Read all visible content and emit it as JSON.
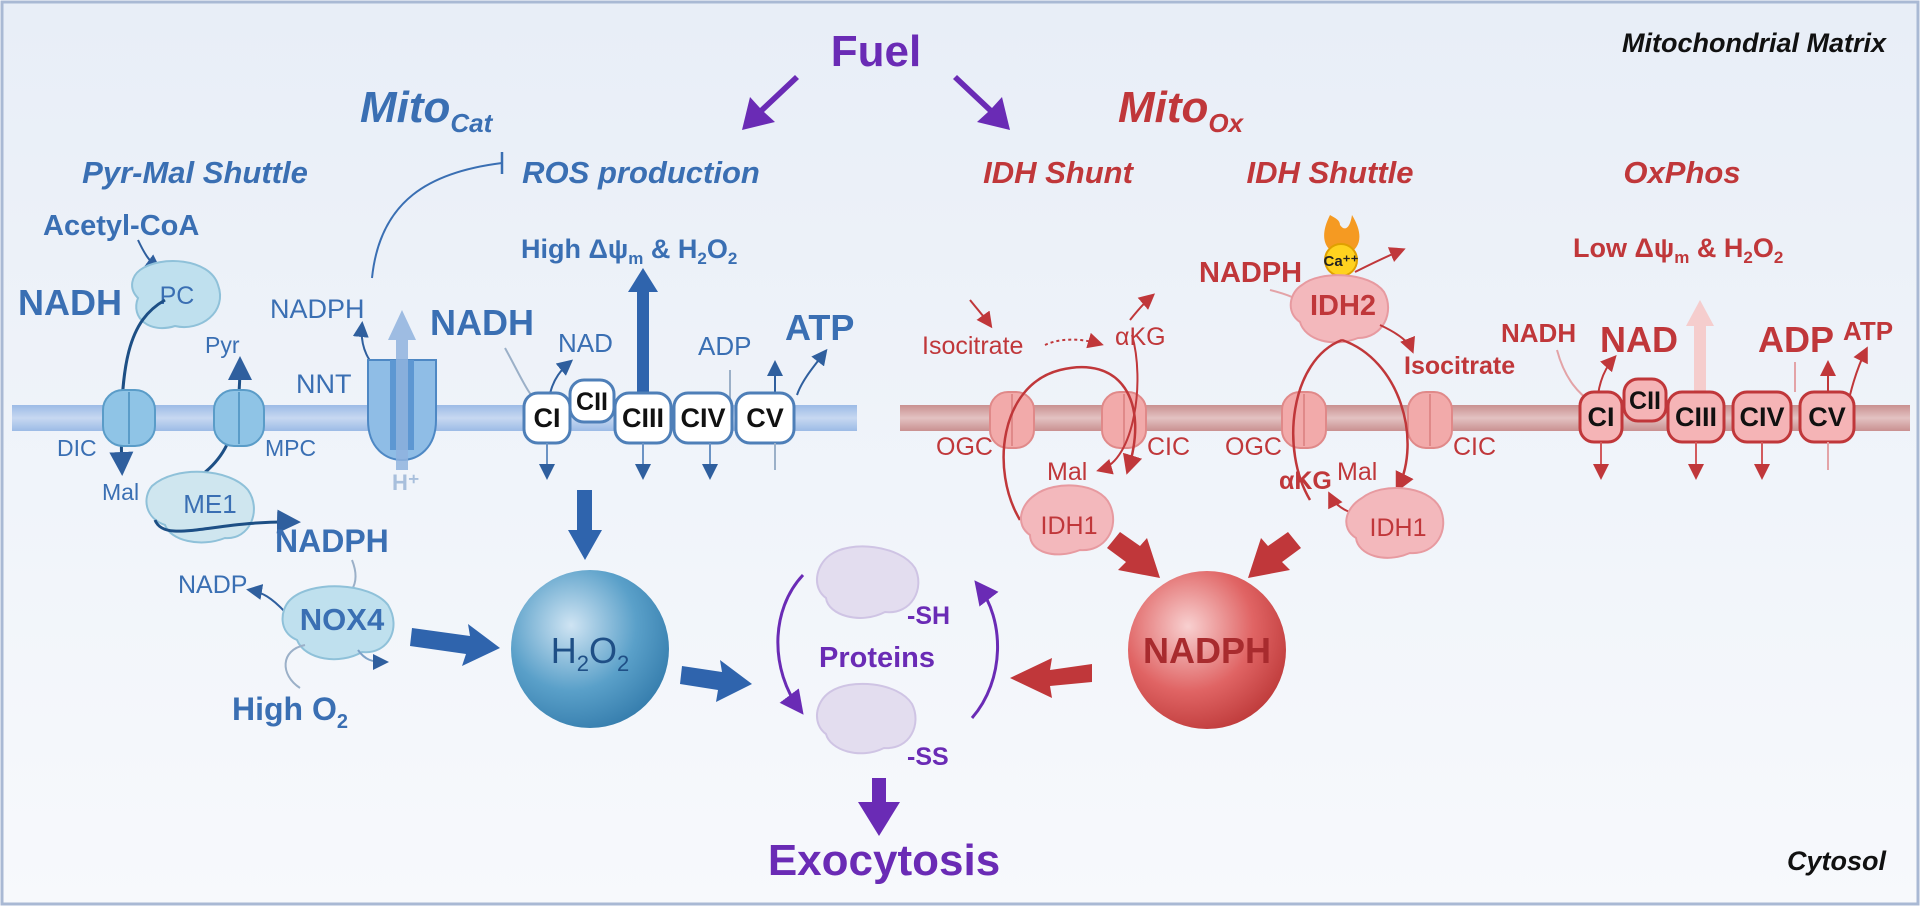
{
  "corner_labels": {
    "matrix": "Mitochondrial Matrix",
    "cytosol": "Cytosol"
  },
  "fuel": "Fuel",
  "exocytosis": "Exocytosis",
  "mitocat": {
    "base": "Mito",
    "sub": "Cat"
  },
  "mitoox": {
    "base": "Mito",
    "sub": "Ox"
  },
  "pathways": {
    "pyr_mal": "Pyr-Mal Shuttle",
    "ros": "ROS production",
    "idh_shunt": "IDH Shunt",
    "idh_shuttle": "IDH Shuttle",
    "oxphos": "OxPhos"
  },
  "left": {
    "acetyl_coa": "Acetyl-CoA",
    "plus": "+",
    "pc": "PC",
    "nadh": "NADH",
    "pyr": "Pyr",
    "dic": "DIC",
    "mpc": "MPC",
    "mal": "Mal",
    "me1": "ME1",
    "nadph_me1": "NADPH",
    "nadp": "NADP",
    "nox4": "NOX4",
    "high_o2": "High O",
    "o2_sub": "2",
    "nadph_nnt": "NADPH",
    "nnt": "NNT",
    "h_plus": "H⁺"
  },
  "etc_blue": {
    "nadh": "NADH",
    "nad": "NAD",
    "adp": "ADP",
    "atp": "ATP",
    "high_dpsi_a": "High Δψ",
    "high_dpsi_m": "m",
    "high_dpsi_b": " & H",
    "h2o2_sub1": "2",
    "h2o2_o": "O",
    "h2o2_sub2": "2",
    "complexes": [
      "CI",
      "CII",
      "CIII",
      "CIV",
      "CV"
    ]
  },
  "h2o2": {
    "h": "H",
    "sub1": "2",
    "o": "O",
    "sub2": "2"
  },
  "proteins": {
    "label": "Proteins",
    "sh": "-SH",
    "ss": "-SS"
  },
  "idh_shunt": {
    "isocitrate": "Isocitrate",
    "akg": "αKG",
    "ogc": "OGC",
    "cic": "CIC",
    "mal": "Mal",
    "idh1": "IDH1"
  },
  "idh_shuttle": {
    "nadph": "NADPH",
    "idh2": "IDH2",
    "ca": "Ca⁺⁺",
    "isocitrate": "Isocitrate",
    "ogc": "OGC",
    "cic": "CIC",
    "akg": "αKG",
    "mal": "Mal",
    "idh1": "IDH1"
  },
  "nadph_big": "NADPH",
  "etc_red": {
    "nadh": "NADH",
    "nad": "NAD",
    "adp": "ADP",
    "atp": "ATP",
    "low_dpsi_a": "Low Δψ",
    "low_dpsi_m": "m",
    "low_dpsi_b": " & H",
    "h2o2_sub1": "2",
    "h2o2_o": "O",
    "h2o2_sub2": "2",
    "complexes": [
      "CI",
      "CII",
      "CIII",
      "CIV",
      "CV"
    ]
  },
  "colors": {
    "blue": "#3a6fb3",
    "red": "#c0373a",
    "purple": "#6a2bb5",
    "background_top": "#eaf0f8",
    "background_bottom": "#f6f8fb"
  }
}
